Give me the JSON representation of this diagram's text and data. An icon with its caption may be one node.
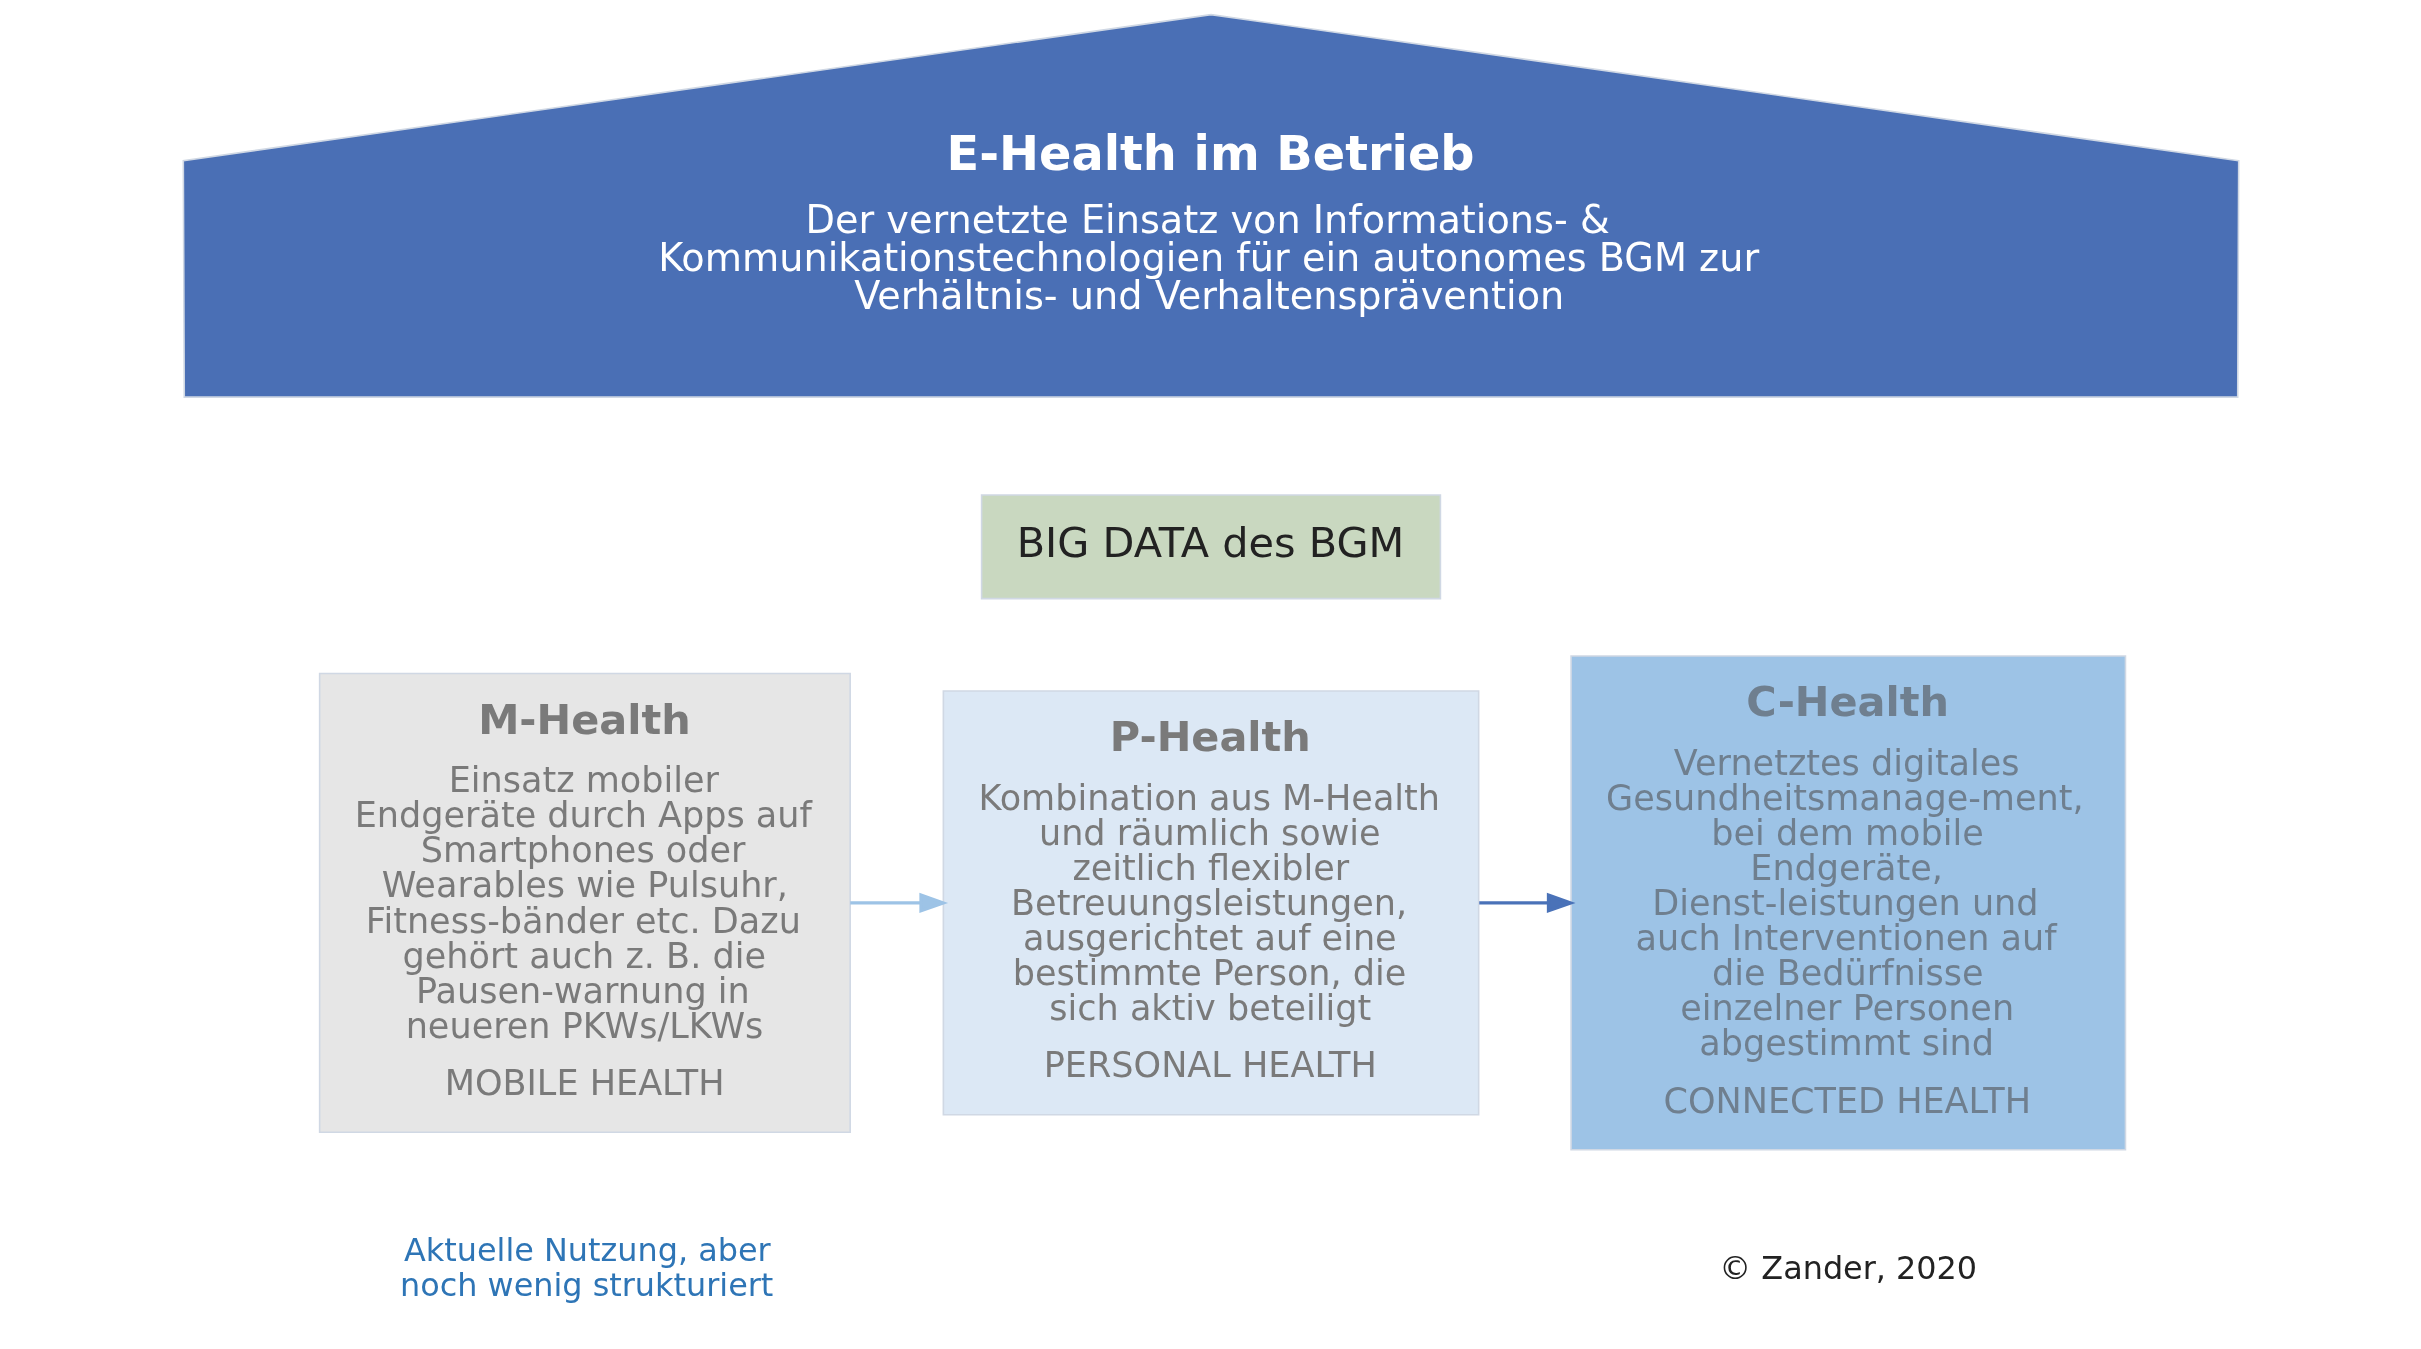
{
  "diagram": {
    "nodes": [
      {
        "text": [
          "E-Health im Betrieb",
          "Der vernetzte Einsatz von Informations- & Kommunikationstechnologien für ein autonomes BGM zur Verhältnis- und Verhaltensprävention"
        ]
      },
      {
        "text": [
          "BIG DATA des BGM"
        ]
      },
      {
        "text": [
          "M-Health",
          "Einsatz mobiler Endgeräte durch Apps auf Smartphones oder Wearables wie Pulsuhr, Fitness-bänder etc. Dazu gehört auch z. B. die Pausen-warnung in neueren PKWs/LKWs",
          "MOBILE HEALTH"
        ],
        "beside": [
          "Aktuelle Nutzung, aber noch wenig strukturiert"
        ]
      },
      {
        "text": [
          "P-Health",
          "Kombination aus M-Health und räumlich sowie zeitlich flexibler Betreuungsleistungen, ausgerichtet auf eine bestimmte Person, die sich aktiv beteiligt",
          "PERSONAL HEALTH"
        ]
      },
      {
        "text": [
          "C-Health",
          "Vernetztes digitales Gesundheitsmanage-ment, bei dem mobile Endgeräte, Dienst-leistungen und auch Interventionen auf die Bedürfnisse einzelner Personen abgestimmt sind",
          "CONNECTED HEALTH"
        ]
      }
    ],
    "edges": [
      {
        "from": 2,
        "to": 3,
        "arrow": "to",
        "color": "#9dc3e6"
      },
      {
        "from": 3,
        "to": 4,
        "arrow": "to",
        "color": "#4a72b8"
      }
    ],
    "labels": [
      "© Zander, 2020"
    ]
  }
}
